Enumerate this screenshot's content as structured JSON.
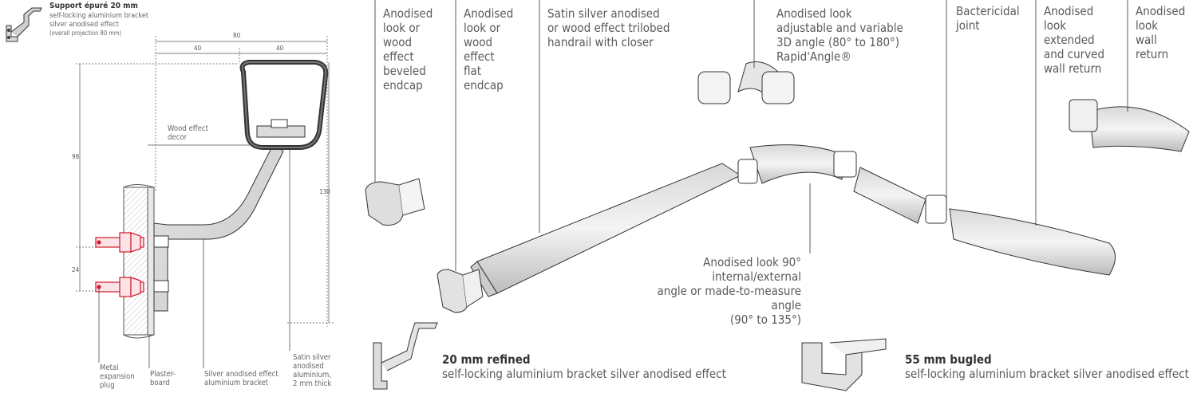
{
  "section_drawing": {
    "title": "Support épuré 20 mm",
    "subtitle_1": "self-locking aluminium bracket",
    "subtitle_2": "silver anodised effect",
    "note": "(overall projection 80 mm)",
    "dim_80": "80",
    "dim_40_left": "40",
    "dim_40_right": "40",
    "dim_98": "98",
    "dim_130": "130",
    "dim_24": "24",
    "label_decor": "Wood effect\ndecor",
    "label_plug": "Metal\nexpansion\nplug",
    "label_plaster": "Plaster-\nboard",
    "label_bracket": "Silver anodised effect\naluminium bracket",
    "label_satin": "Satin silver\nanodised\naluminium,\n2 mm thick"
  },
  "callouts": {
    "beveled": "Anodised\nlook or\nwood\neffect\nbeveled\nendcap",
    "flat": "Anodised\nlook or\nwood\neffect\nflat\nendcap",
    "trilobed": "Satin silver anodised\nor wood effect trilobed\nhandrail with closer",
    "rapid": "Anodised look\nadjustable and variable\n3D angle (80° to 180°)\nRapid'Angle®",
    "bactericidal": "Bactericidal\njoint",
    "extended": "Anodised\nlook\nextended\nand curved\nwall return",
    "wall_return": "Anodised\nlook\nwall\nreturn",
    "angle": "Anodised look 90° internal/external\nangle or made-to-measure angle\n(90° to 135°)"
  },
  "brackets": {
    "refined_title": "20 mm refined",
    "refined_desc": "self-locking aluminium bracket silver anodised effect",
    "bugled_title": "55 mm bugled",
    "bugled_desc": "self-locking aluminium bracket silver anodised effect"
  }
}
